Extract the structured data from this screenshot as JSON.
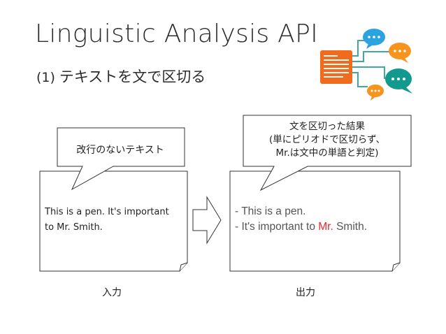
{
  "title": "Linguistic Analysis API",
  "subtitle": {
    "number": "(1)",
    "text": "テキストを文で区切る"
  },
  "input_callout": "改行のないテキスト",
  "output_callout": {
    "line1": "文を区切った結果",
    "line2": "(単にピリオドで区切らず、",
    "line3": "Mr.は文中の単語と判定)"
  },
  "input_box": {
    "line1": "This is a pen. It's important",
    "line2": "to Mr. Smith."
  },
  "output_box": {
    "line1": "- This is a pen.",
    "line2_prefix": "- It's important to ",
    "line2_highlight": "Mr.",
    "line2_suffix": " Smith."
  },
  "captions": {
    "input": "入力",
    "output": "出力"
  },
  "colors": {
    "highlight": "#e8262b",
    "doc_icon": "#f26b1d",
    "bubble_blue": "#2aa3e0",
    "bubble_orange": "#f7941d",
    "bubble_teal": "#14998f"
  },
  "icons": [
    "document-icon",
    "chat-bubble-icon"
  ]
}
